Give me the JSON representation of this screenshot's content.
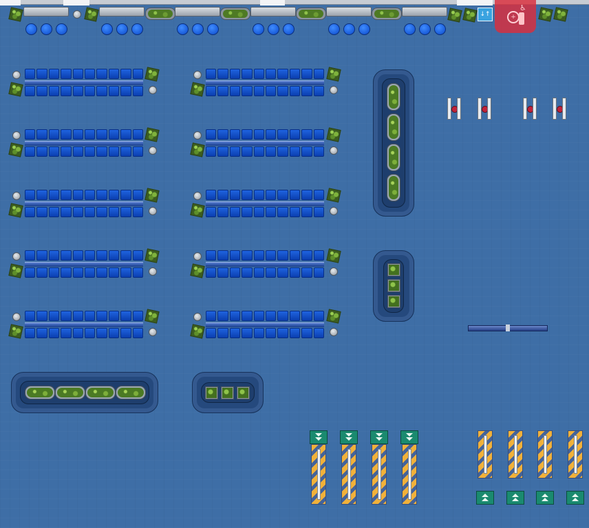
{
  "scene": {
    "type": "top-down transit terminal floor plan",
    "floor_color": "#3e6ea6",
    "seat_color": "#0b49c9",
    "planter_color": "#4b7a24",
    "hazard_color": "#f1b13a",
    "gate_color": "#1a8a6f",
    "turnstile_light_color": "#c0233a",
    "marker_color": "#dc2d3c"
  },
  "top_wall": {
    "bench_count": 6,
    "long_planter_count": 4,
    "round_seat_groups": 6,
    "round_seats_per_group": 3
  },
  "exit_sign": {
    "icon": "exit-arrows-icon",
    "glyph": "↓↑"
  },
  "highlight_marker": {
    "icon": "restroom-icon"
  },
  "seating_rows": {
    "left_column_blocks": 5,
    "right_column_blocks": 5,
    "seats_per_row": 10,
    "rows_per_block": 2
  },
  "planter_islands": [
    {
      "name": "tall",
      "shrubs": 4
    },
    {
      "name": "small",
      "shrubs": 3
    },
    {
      "name": "wide",
      "shrubs": 4
    },
    {
      "name": "short",
      "shrubs": 3
    }
  ],
  "turnstiles": {
    "count": 4
  },
  "gates": {
    "left_group": 4,
    "right_group": 4
  }
}
